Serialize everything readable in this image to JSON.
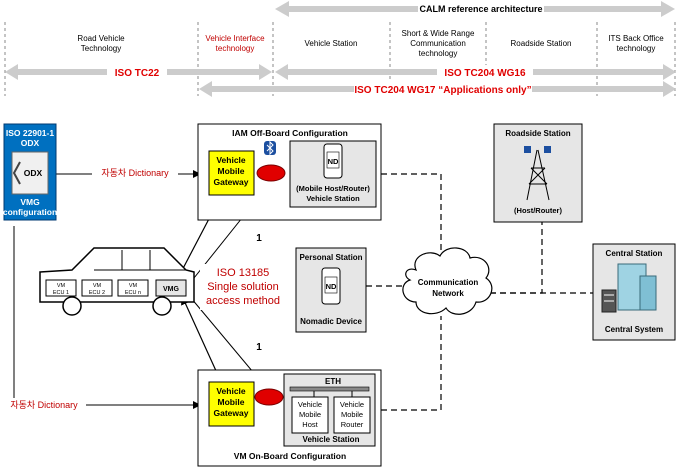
{
  "header": {
    "calm_title": "CALM reference architecture",
    "columns": [
      {
        "lines": [
          "Road Vehicle",
          "Technology"
        ],
        "color": "#000000"
      },
      {
        "lines": [
          "Vehicle Interface",
          "technology"
        ],
        "color": "#c00000"
      },
      {
        "lines": [
          "Vehicle Station"
        ],
        "color": "#000000"
      },
      {
        "lines": [
          "Short & Wide Range",
          "Communication",
          "technology"
        ],
        "color": "#000000"
      },
      {
        "lines": [
          "Roadside Station"
        ],
        "color": "#000000"
      },
      {
        "lines": [
          "ITS Back Office",
          "technology"
        ],
        "color": "#000000"
      }
    ],
    "arrow_tc22": "ISO TC22",
    "arrow_wg16": "ISO TC204 WG16",
    "arrow_wg17": "ISO TC204 WG17 “Applications only”"
  },
  "odx": {
    "title_lines": [
      "ISO 22901-1",
      "ODX"
    ],
    "icon_label": "ODX",
    "bottom_lines": [
      "VMG",
      "configuration"
    ],
    "dictionary_top": "자동차 Dictionary",
    "dictionary_bottom": "자동차 Dictionary"
  },
  "iam": {
    "title": "IAM Off-Board Configuration",
    "gateway_lines": [
      "Vehicle",
      "Mobile",
      "Gateway"
    ],
    "nd": "ND",
    "station_lines": [
      "(Mobile Host/Router)",
      "Vehicle Station"
    ]
  },
  "vm": {
    "title": "VM On-Board Configuration",
    "gateway_lines": [
      "Vehicle",
      "Mobile",
      "Gateway"
    ],
    "eth": "ETH",
    "host_lines": [
      "Vehicle",
      "Mobile",
      "Host"
    ],
    "router_lines": [
      "Vehicle",
      "Mobile",
      "Router"
    ],
    "station": "Vehicle Station"
  },
  "car": {
    "ecus": [
      [
        "VM",
        "ECU 1"
      ],
      [
        "VM",
        "ECU 2"
      ],
      [
        "VM",
        "ECU n"
      ]
    ],
    "vmg": "VMG"
  },
  "iso13185": {
    "lines": [
      "ISO 13185",
      "Single solution",
      "access method"
    ],
    "num_top": "1",
    "num_bottom": "1"
  },
  "personal": {
    "title": "Personal Station",
    "nd": "ND",
    "device": "Nomadic Device"
  },
  "cloud": {
    "lines": [
      "Communication",
      "Network"
    ]
  },
  "roadside": {
    "title": "Roadside Station",
    "sub": "(Host/Router)"
  },
  "central": {
    "title": "Central Station",
    "sub": "Central System"
  },
  "colors": {
    "arrow_gray": "#cccccc",
    "odx_blue": "#0070c0",
    "gateway_yellow": "#ffff00",
    "oval_red": "#e00000",
    "red_text": "#c00000",
    "station_fill": "#e6e6e6"
  }
}
